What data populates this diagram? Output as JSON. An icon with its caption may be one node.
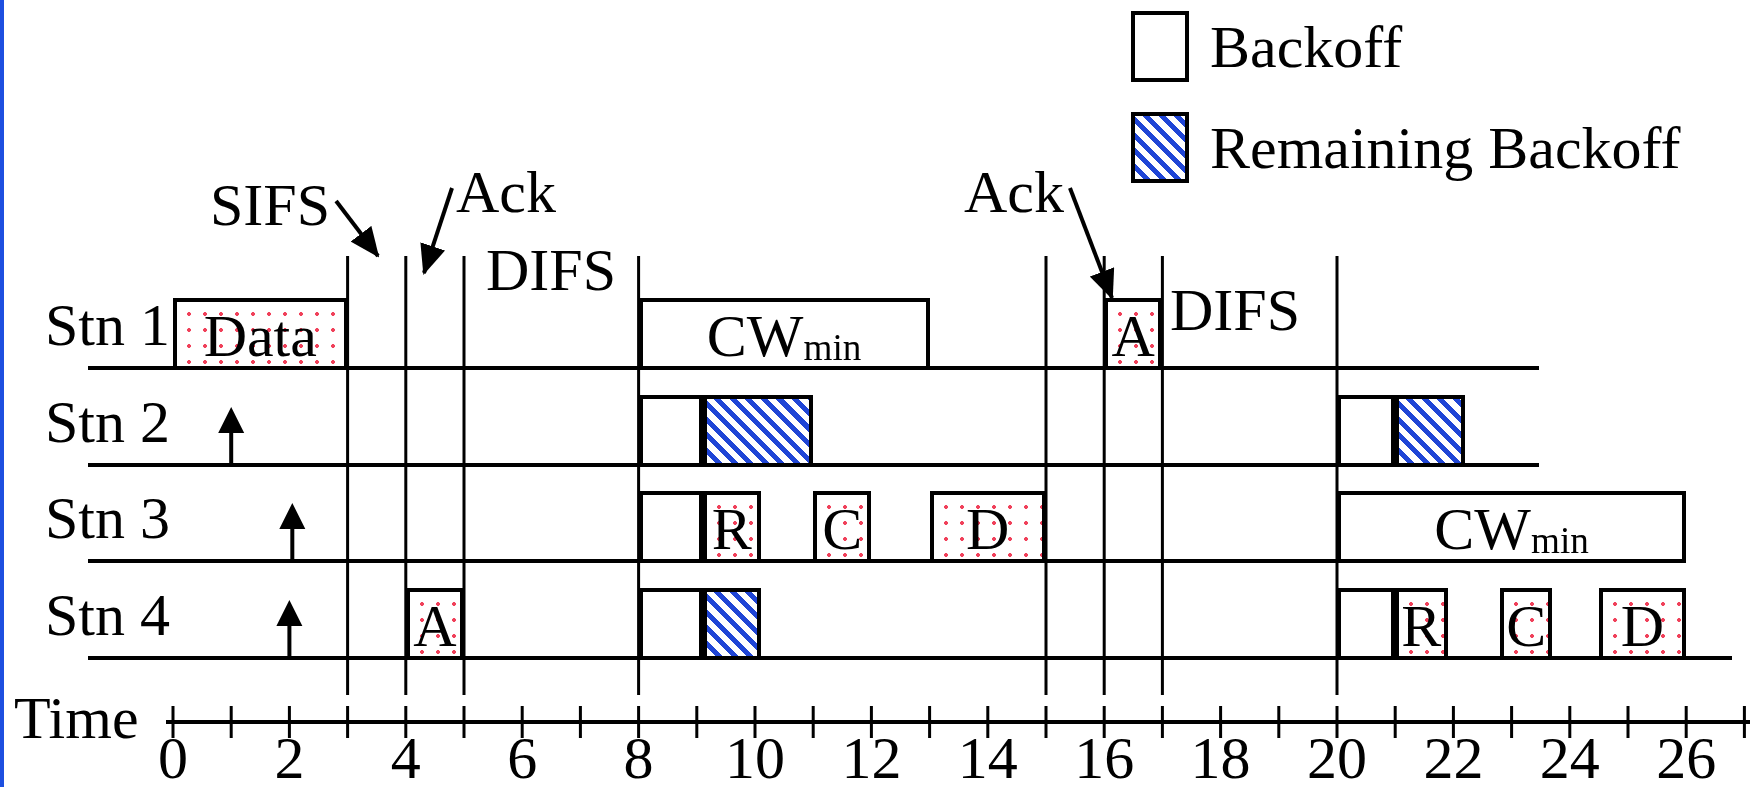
{
  "diagram": {
    "nodes": [
      {
        "text": [
          "SIFS"
        ]
      },
      {
        "text": [
          "Ack"
        ]
      },
      {
        "text": [
          "Ack"
        ]
      },
      {
        "text": [
          "Data"
        ]
      },
      {
        "text": [
          "CW$_{min}$"
        ]
      },
      {
        "text": [
          "A"
        ]
      },
      {
        "text": [],
        "shape": "box"
      },
      {
        "text": [],
        "shape": "box"
      },
      {
        "text": [],
        "shape": "box"
      },
      {
        "text": [],
        "shape": "box"
      },
      {
        "text": [],
        "shape": "box"
      },
      {
        "text": [
          "R"
        ]
      },
      {
        "text": [
          "C"
        ]
      },
      {
        "text": [
          "D"
        ]
      },
      {
        "text": [
          "CW$_{min}$"
        ]
      },
      {
        "text": [
          "A"
        ]
      },
      {
        "text": [],
        "shape": "box"
      },
      {
        "text": [],
        "shape": "box"
      },
      {
        "text": [],
        "shape": "box"
      },
      {
        "text": [
          "R"
        ]
      },
      {
        "text": [
          "C"
        ]
      },
      {
        "text": [
          "D"
        ]
      }
    ],
    "edges": [
      {
        "from": 0,
        "to": null,
        "arrow": "to"
      },
      {
        "from": 1,
        "to": null,
        "arrow": "to"
      },
      {
        "from": 2,
        "to": 5,
        "arrow": "to"
      }
    ],
    "labels": [
      "DIFS",
      "Stn 1",
      "DIFS",
      "Stn 2",
      "Stn 3",
      "Stn 4",
      "Time",
      "0",
      "2",
      "4",
      "6",
      "8",
      "10",
      "12",
      "14",
      "16",
      "18",
      "20",
      "22",
      "24",
      "26"
    ],
    "legend": [
      {
        "text": "Backoff"
      },
      {
        "text": "Remaining Backoff"
      }
    ]
  }
}
